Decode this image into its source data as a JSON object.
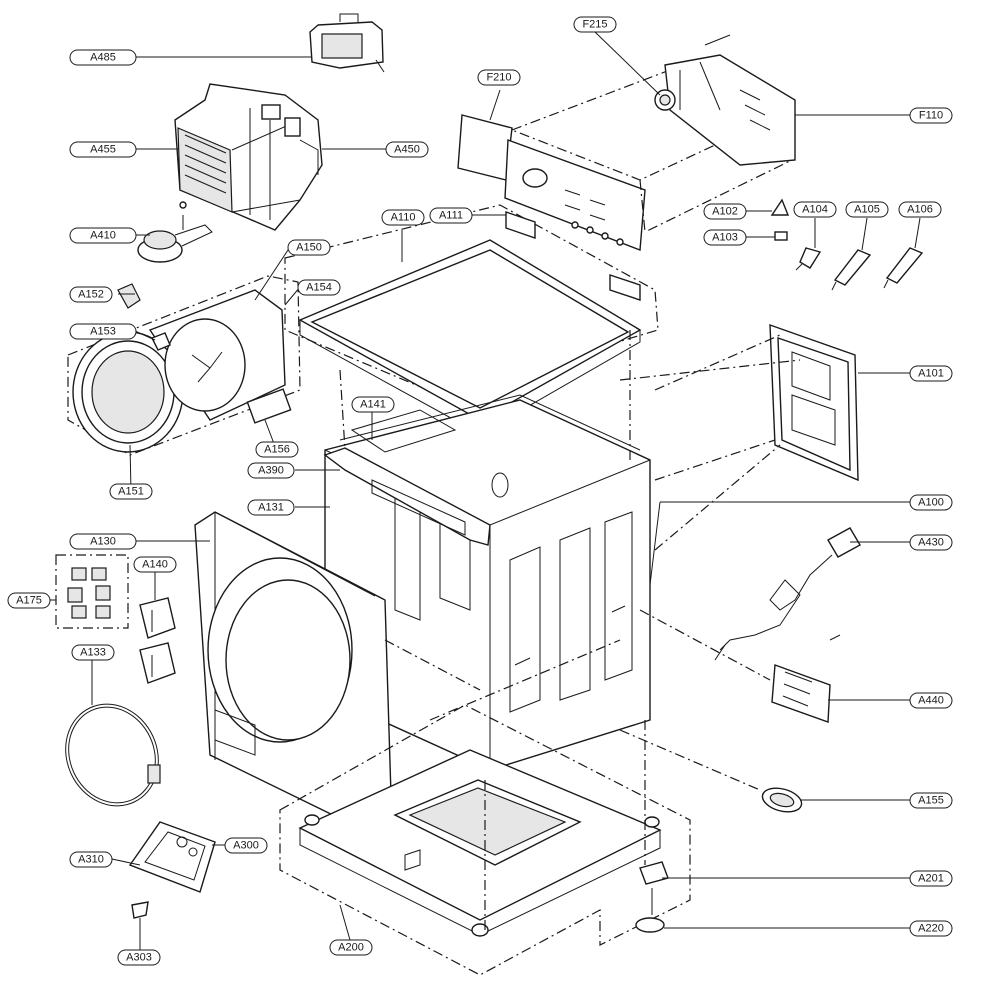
{
  "callouts": {
    "A485": "A485",
    "A455": "A455",
    "A450": "A450",
    "A410": "A410",
    "A150": "A150",
    "A152": "A152",
    "A154": "A154",
    "A153": "A153",
    "A156": "A156",
    "A151": "A151",
    "A130": "A130",
    "A131": "A131",
    "A390": "A390",
    "A141": "A141",
    "A110": "A110",
    "A111": "A111",
    "F215": "F215",
    "F210": "F210",
    "F110": "F110",
    "A102": "A102",
    "A103": "A103",
    "A104": "A104",
    "A105": "A105",
    "A106": "A106",
    "A101": "A101",
    "A100": "A100",
    "A430": "A430",
    "A440": "A440",
    "A155": "A155",
    "A201": "A201",
    "A220": "A220",
    "A200": "A200",
    "A175": "A175",
    "A140": "A140",
    "A133": "A133",
    "A310": "A310",
    "A300": "A300",
    "A303": "A303"
  },
  "colors": {
    "line": "#1a1a1a",
    "background": "#ffffff",
    "shade": "#e6e6e6"
  }
}
